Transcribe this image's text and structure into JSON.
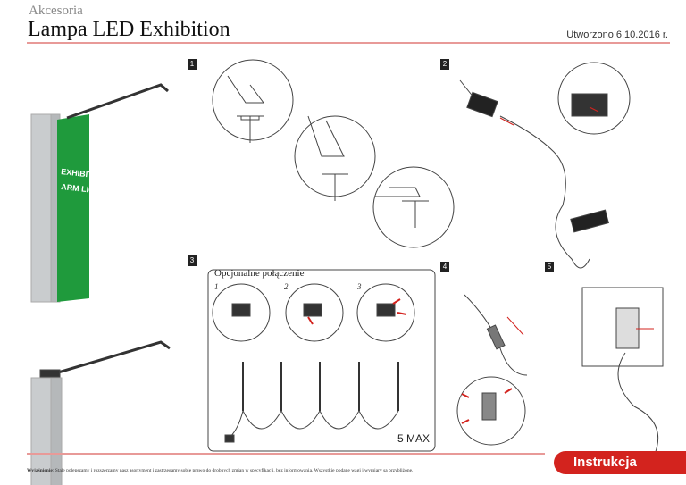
{
  "header": {
    "category": "Akcesoria",
    "title": "Lampa LED Exhibition",
    "created": "Utworzono 6.10.2016 r."
  },
  "steps": [
    "1",
    "2",
    "3",
    "4",
    "5"
  ],
  "step3": {
    "heading": "Opcjonalne połączenie",
    "substeps": [
      "1",
      "2",
      "3"
    ],
    "max_label": "5 MAX"
  },
  "product_panel": {
    "line1": "EXHIBITION",
    "line2": "ARM LIGHT"
  },
  "footer": {
    "note_label": "Wyjaśnienie",
    "note": ": Stale polepszamy i rozszerzamy nasz asortyment i zastrzegamy sobie prawo do drobnych zmian w specyfikacji, bez informowania. Wszystkie podane wagi i wymiary są przybliżone.",
    "badge": "Instrukcja"
  },
  "colors": {
    "accent": "#d3231e",
    "rule": "#e89a98",
    "panel": "#1f9a3c"
  }
}
